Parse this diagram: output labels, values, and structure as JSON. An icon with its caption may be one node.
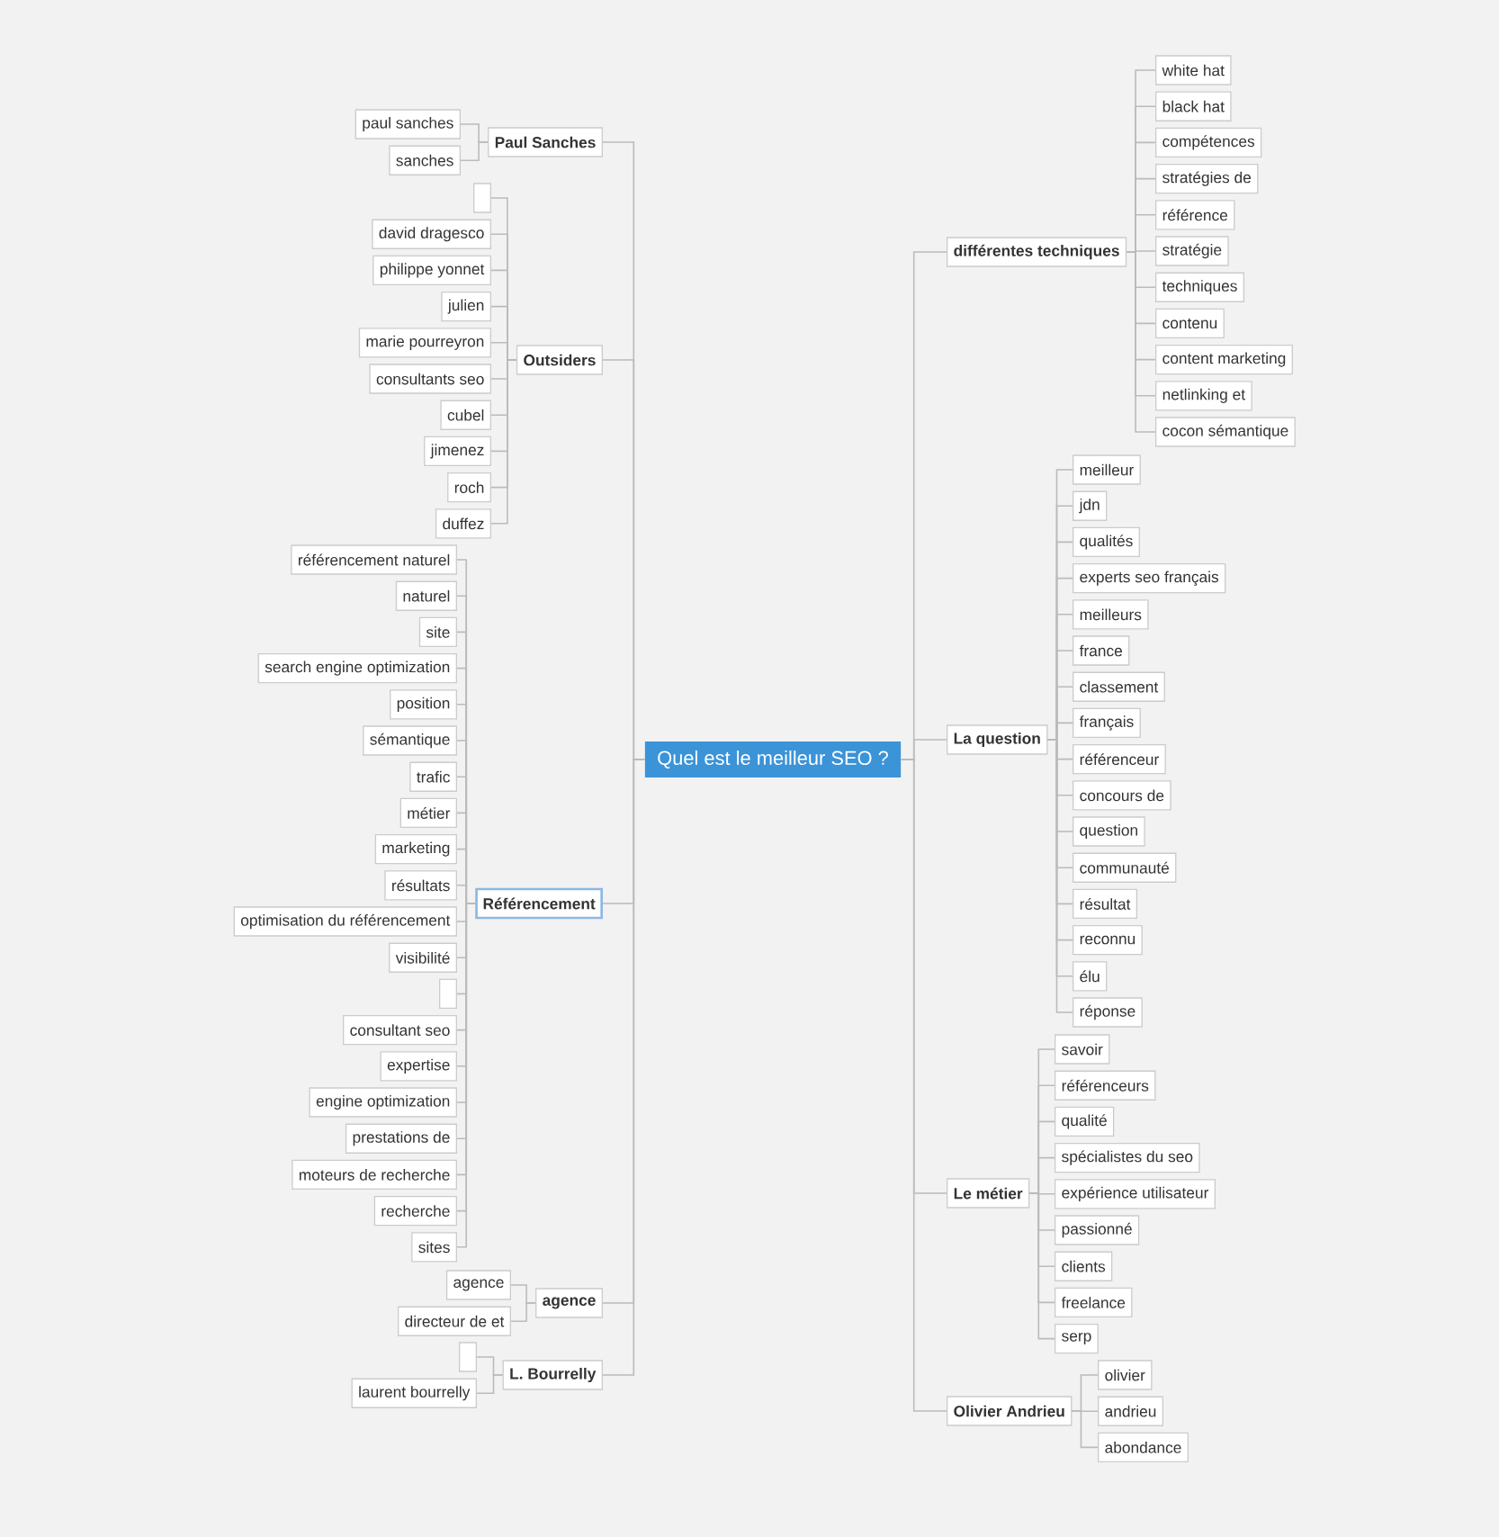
{
  "diagram": {
    "nodes": [
      {
        "text": [
          "Quel est le meilleur SEO ?"
        ]
      },
      {
        "text": [
          "Paul Sanches"
        ]
      },
      {
        "text": [
          "paul sanches"
        ]
      },
      {
        "text": [
          "sanches"
        ]
      },
      {
        "text": [
          "Outsiders"
        ]
      },
      {
        "text": [],
        "shape": "box"
      },
      {
        "text": [
          "david dragesco"
        ]
      },
      {
        "text": [
          "philippe yonnet"
        ]
      },
      {
        "text": [
          "julien"
        ]
      },
      {
        "text": [
          "marie pourreyron"
        ]
      },
      {
        "text": [
          "consultants seo"
        ]
      },
      {
        "text": [
          "cubel"
        ]
      },
      {
        "text": [
          "jimenez"
        ]
      },
      {
        "text": [
          "roch"
        ]
      },
      {
        "text": [
          "duffez"
        ]
      },
      {
        "text": [
          "Référencement"
        ]
      },
      {
        "text": [
          "référencement naturel"
        ]
      },
      {
        "text": [
          "naturel"
        ]
      },
      {
        "text": [
          "site"
        ]
      },
      {
        "text": [
          "search engine optimization"
        ]
      },
      {
        "text": [
          "position"
        ]
      },
      {
        "text": [
          "sémantique"
        ]
      },
      {
        "text": [
          "trafic"
        ]
      },
      {
        "text": [
          "métier"
        ]
      },
      {
        "text": [
          "marketing"
        ]
      },
      {
        "text": [
          "résultats"
        ]
      },
      {
        "text": [
          "optimisation du référencement"
        ]
      },
      {
        "text": [
          "visibilité"
        ]
      },
      {
        "text": [],
        "shape": "box"
      },
      {
        "text": [
          "consultant seo"
        ]
      },
      {
        "text": [
          "expertise"
        ]
      },
      {
        "text": [
          "engine optimization"
        ]
      },
      {
        "text": [
          "prestations de"
        ]
      },
      {
        "text": [
          "moteurs de recherche"
        ]
      },
      {
        "text": [
          "recherche"
        ]
      },
      {
        "text": [
          "sites"
        ]
      },
      {
        "text": [
          "agence"
        ]
      },
      {
        "text": [
          "agence"
        ]
      },
      {
        "text": [
          "directeur de et"
        ]
      },
      {
        "text": [
          "L. Bourrelly"
        ]
      },
      {
        "text": [],
        "shape": "box"
      },
      {
        "text": [
          "laurent bourrelly"
        ]
      },
      {
        "text": [
          "différentes techniques"
        ]
      },
      {
        "text": [
          "white hat"
        ]
      },
      {
        "text": [
          "black hat"
        ]
      },
      {
        "text": [
          "compétences"
        ]
      },
      {
        "text": [
          "stratégies de"
        ]
      },
      {
        "text": [
          "référence"
        ]
      },
      {
        "text": [
          "stratégie"
        ]
      },
      {
        "text": [
          "techniques"
        ]
      },
      {
        "text": [
          "contenu"
        ]
      },
      {
        "text": [
          "content marketing"
        ]
      },
      {
        "text": [
          "netlinking et"
        ]
      },
      {
        "text": [
          "cocon sémantique"
        ]
      },
      {
        "text": [
          "La question"
        ]
      },
      {
        "text": [
          "meilleur"
        ]
      },
      {
        "text": [
          "jdn"
        ]
      },
      {
        "text": [
          "qualités"
        ]
      },
      {
        "text": [
          "experts seo français"
        ]
      },
      {
        "text": [
          "meilleurs"
        ]
      },
      {
        "text": [
          "france"
        ]
      },
      {
        "text": [
          "classement"
        ]
      },
      {
        "text": [
          "français"
        ]
      },
      {
        "text": [
          "référenceur"
        ]
      },
      {
        "text": [
          "concours de"
        ]
      },
      {
        "text": [
          "question"
        ]
      },
      {
        "text": [
          "communauté"
        ]
      },
      {
        "text": [
          "résultat"
        ]
      },
      {
        "text": [
          "reconnu"
        ]
      },
      {
        "text": [
          "élu"
        ]
      },
      {
        "text": [
          "réponse"
        ]
      },
      {
        "text": [
          "Le métier"
        ]
      },
      {
        "text": [
          "savoir"
        ]
      },
      {
        "text": [
          "référenceurs"
        ]
      },
      {
        "text": [
          "qualité"
        ]
      },
      {
        "text": [
          "spécialistes du seo"
        ]
      },
      {
        "text": [
          "expérience utilisateur"
        ]
      },
      {
        "text": [
          "passionné"
        ]
      },
      {
        "text": [
          "clients"
        ]
      },
      {
        "text": [
          "freelance"
        ]
      },
      {
        "text": [
          "serp"
        ]
      },
      {
        "text": [
          "Olivier Andrieu"
        ]
      },
      {
        "text": [
          "olivier"
        ]
      },
      {
        "text": [
          "andrieu"
        ]
      },
      {
        "text": [
          "abondance"
        ]
      }
    ],
    "edges": [
      {
        "from": 0,
        "to": 1,
        "arrow": "none"
      },
      {
        "from": 1,
        "to": 2,
        "arrow": "none"
      },
      {
        "from": 1,
        "to": 3,
        "arrow": "none"
      },
      {
        "from": 0,
        "to": 4,
        "arrow": "none"
      },
      {
        "from": 4,
        "to": 5,
        "arrow": "none"
      },
      {
        "from": 4,
        "to": 6,
        "arrow": "none"
      },
      {
        "from": 4,
        "to": 7,
        "arrow": "none"
      },
      {
        "from": 4,
        "to": 8,
        "arrow": "none"
      },
      {
        "from": 4,
        "to": 9,
        "arrow": "none"
      },
      {
        "from": 4,
        "to": 10,
        "arrow": "none"
      },
      {
        "from": 4,
        "to": 11,
        "arrow": "none"
      },
      {
        "from": 4,
        "to": 12,
        "arrow": "none"
      },
      {
        "from": 4,
        "to": 13,
        "arrow": "none"
      },
      {
        "from": 4,
        "to": 14,
        "arrow": "none"
      },
      {
        "from": 0,
        "to": 15,
        "arrow": "none"
      },
      {
        "from": 15,
        "to": 16,
        "arrow": "none"
      },
      {
        "from": 15,
        "to": 17,
        "arrow": "none"
      },
      {
        "from": 15,
        "to": 18,
        "arrow": "none"
      },
      {
        "from": 15,
        "to": 19,
        "arrow": "none"
      },
      {
        "from": 15,
        "to": 20,
        "arrow": "none"
      },
      {
        "from": 15,
        "to": 21,
        "arrow": "none"
      },
      {
        "from": 15,
        "to": 22,
        "arrow": "none"
      },
      {
        "from": 15,
        "to": 23,
        "arrow": "none"
      },
      {
        "from": 15,
        "to": 24,
        "arrow": "none"
      },
      {
        "from": 15,
        "to": 25,
        "arrow": "none"
      },
      {
        "from": 15,
        "to": 26,
        "arrow": "none"
      },
      {
        "from": 15,
        "to": 27,
        "arrow": "none"
      },
      {
        "from": 15,
        "to": 28,
        "arrow": "none"
      },
      {
        "from": 15,
        "to": 29,
        "arrow": "none"
      },
      {
        "from": 15,
        "to": 30,
        "arrow": "none"
      },
      {
        "from": 15,
        "to": 31,
        "arrow": "none"
      },
      {
        "from": 15,
        "to": 32,
        "arrow": "none"
      },
      {
        "from": 15,
        "to": 33,
        "arrow": "none"
      },
      {
        "from": 15,
        "to": 34,
        "arrow": "none"
      },
      {
        "from": 15,
        "to": 35,
        "arrow": "none"
      },
      {
        "from": 0,
        "to": 36,
        "arrow": "none"
      },
      {
        "from": 36,
        "to": 37,
        "arrow": "none"
      },
      {
        "from": 36,
        "to": 38,
        "arrow": "none"
      },
      {
        "from": 0,
        "to": 39,
        "arrow": "none"
      },
      {
        "from": 39,
        "to": 40,
        "arrow": "none"
      },
      {
        "from": 39,
        "to": 41,
        "arrow": "none"
      },
      {
        "from": 0,
        "to": 42,
        "arrow": "none"
      },
      {
        "from": 42,
        "to": 43,
        "arrow": "none"
      },
      {
        "from": 42,
        "to": 44,
        "arrow": "none"
      },
      {
        "from": 42,
        "to": 45,
        "arrow": "none"
      },
      {
        "from": 42,
        "to": 46,
        "arrow": "none"
      },
      {
        "from": 42,
        "to": 47,
        "arrow": "none"
      },
      {
        "from": 42,
        "to": 48,
        "arrow": "none"
      },
      {
        "from": 42,
        "to": 49,
        "arrow": "none"
      },
      {
        "from": 42,
        "to": 50,
        "arrow": "none"
      },
      {
        "from": 42,
        "to": 51,
        "arrow": "none"
      },
      {
        "from": 42,
        "to": 52,
        "arrow": "none"
      },
      {
        "from": 42,
        "to": 53,
        "arrow": "none"
      },
      {
        "from": 0,
        "to": 54,
        "arrow": "none"
      },
      {
        "from": 54,
        "to": 55,
        "arrow": "none"
      },
      {
        "from": 54,
        "to": 56,
        "arrow": "none"
      },
      {
        "from": 54,
        "to": 57,
        "arrow": "none"
      },
      {
        "from": 54,
        "to": 58,
        "arrow": "none"
      },
      {
        "from": 54,
        "to": 59,
        "arrow": "none"
      },
      {
        "from": 54,
        "to": 60,
        "arrow": "none"
      },
      {
        "from": 54,
        "to": 61,
        "arrow": "none"
      },
      {
        "from": 54,
        "to": 62,
        "arrow": "none"
      },
      {
        "from": 54,
        "to": 63,
        "arrow": "none"
      },
      {
        "from": 54,
        "to": 64,
        "arrow": "none"
      },
      {
        "from": 54,
        "to": 65,
        "arrow": "none"
      },
      {
        "from": 54,
        "to": 66,
        "arrow": "none"
      },
      {
        "from": 54,
        "to": 67,
        "arrow": "none"
      },
      {
        "from": 54,
        "to": 68,
        "arrow": "none"
      },
      {
        "from": 54,
        "to": 69,
        "arrow": "none"
      },
      {
        "from": 54,
        "to": 70,
        "arrow": "none"
      },
      {
        "from": 0,
        "to": 71,
        "arrow": "none"
      },
      {
        "from": 71,
        "to": 72,
        "arrow": "none"
      },
      {
        "from": 71,
        "to": 73,
        "arrow": "none"
      },
      {
        "from": 71,
        "to": 74,
        "arrow": "none"
      },
      {
        "from": 71,
        "to": 75,
        "arrow": "none"
      },
      {
        "from": 71,
        "to": 76,
        "arrow": "none"
      },
      {
        "from": 71,
        "to": 77,
        "arrow": "none"
      },
      {
        "from": 71,
        "to": 78,
        "arrow": "none"
      },
      {
        "from": 71,
        "to": 79,
        "arrow": "none"
      },
      {
        "from": 71,
        "to": 80,
        "arrow": "none"
      },
      {
        "from": 0,
        "to": 81,
        "arrow": "none"
      },
      {
        "from": 81,
        "to": 82,
        "arrow": "none"
      },
      {
        "from": 81,
        "to": 83,
        "arrow": "none"
      },
      {
        "from": 81,
        "to": 84,
        "arrow": "none"
      }
    ]
  }
}
